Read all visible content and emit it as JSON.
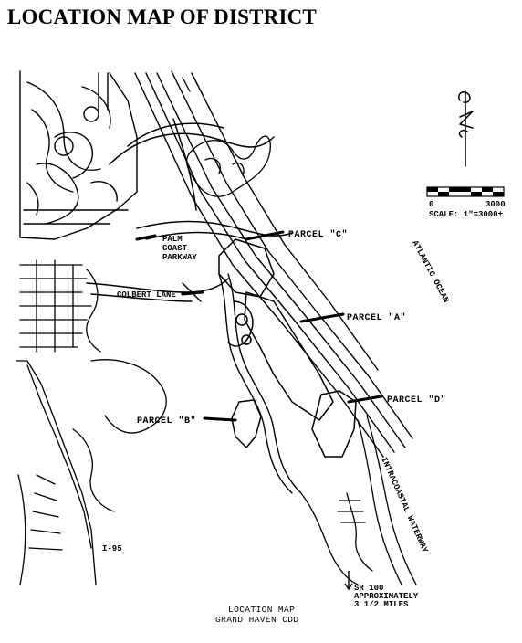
{
  "page": {
    "title": "LOCATION MAP OF DISTRICT"
  },
  "map": {
    "parcels": [
      {
        "id": "C",
        "label": "PARCEL \"C\""
      },
      {
        "id": "A",
        "label": "PARCEL \"A\""
      },
      {
        "id": "D",
        "label": "PARCEL \"D\""
      },
      {
        "id": "B",
        "label": "PARCEL \"B\""
      }
    ],
    "roads": {
      "palm_coast_parkway": [
        "PALM",
        "COAST",
        "PARKWAY"
      ],
      "colbert_lane": "COLBERT LANE",
      "i95": "I-95",
      "sr100": [
        "SR 100",
        "APPROXIMATELY",
        "3 1/2 MILES"
      ]
    },
    "water": {
      "ocean": "ATLANTIC OCEAN",
      "waterway": "INTRACOASTAL WATERWAY"
    },
    "scale": {
      "zero": "0",
      "max": "3000",
      "text": "SCALE: 1\"=3000±"
    },
    "caption": [
      "LOCATION MAP",
      "GRAND HAVEN CDD"
    ]
  }
}
